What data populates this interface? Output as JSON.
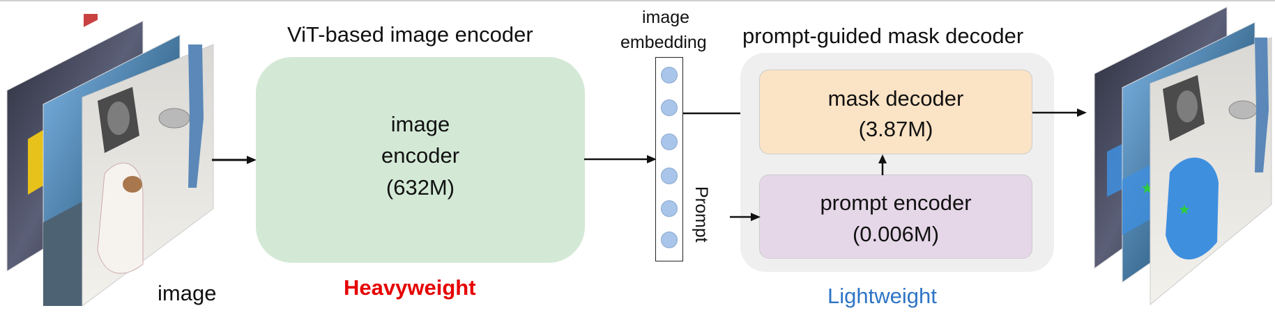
{
  "encoder": {
    "title": "ViT-based image encoder",
    "box_line1": "image",
    "box_line2": "encoder",
    "box_line3": "(632M)",
    "weight_label": "Heavyweight",
    "weight_color": "#e60000",
    "fill_color": "#d3e9d6"
  },
  "embedding": {
    "label_line1": "image",
    "label_line2": "embedding",
    "dot_color": "#a9c5ea"
  },
  "decoder": {
    "title": "prompt-guided mask decoder",
    "mask_line1": "mask decoder",
    "mask_line2": "(3.87M)",
    "prompt_line1": "prompt encoder",
    "prompt_line2": "(0.006M)",
    "prompt_input_label": "Prompt",
    "weight_label": "Lightweight",
    "weight_color": "#2e75c6",
    "panel_color": "#efefef",
    "mask_fill": "#fbe3c5",
    "prompt_fill": "#e5d7e8"
  },
  "input": {
    "label": "image"
  },
  "output": {
    "mask_color": "#3f8fdf"
  }
}
